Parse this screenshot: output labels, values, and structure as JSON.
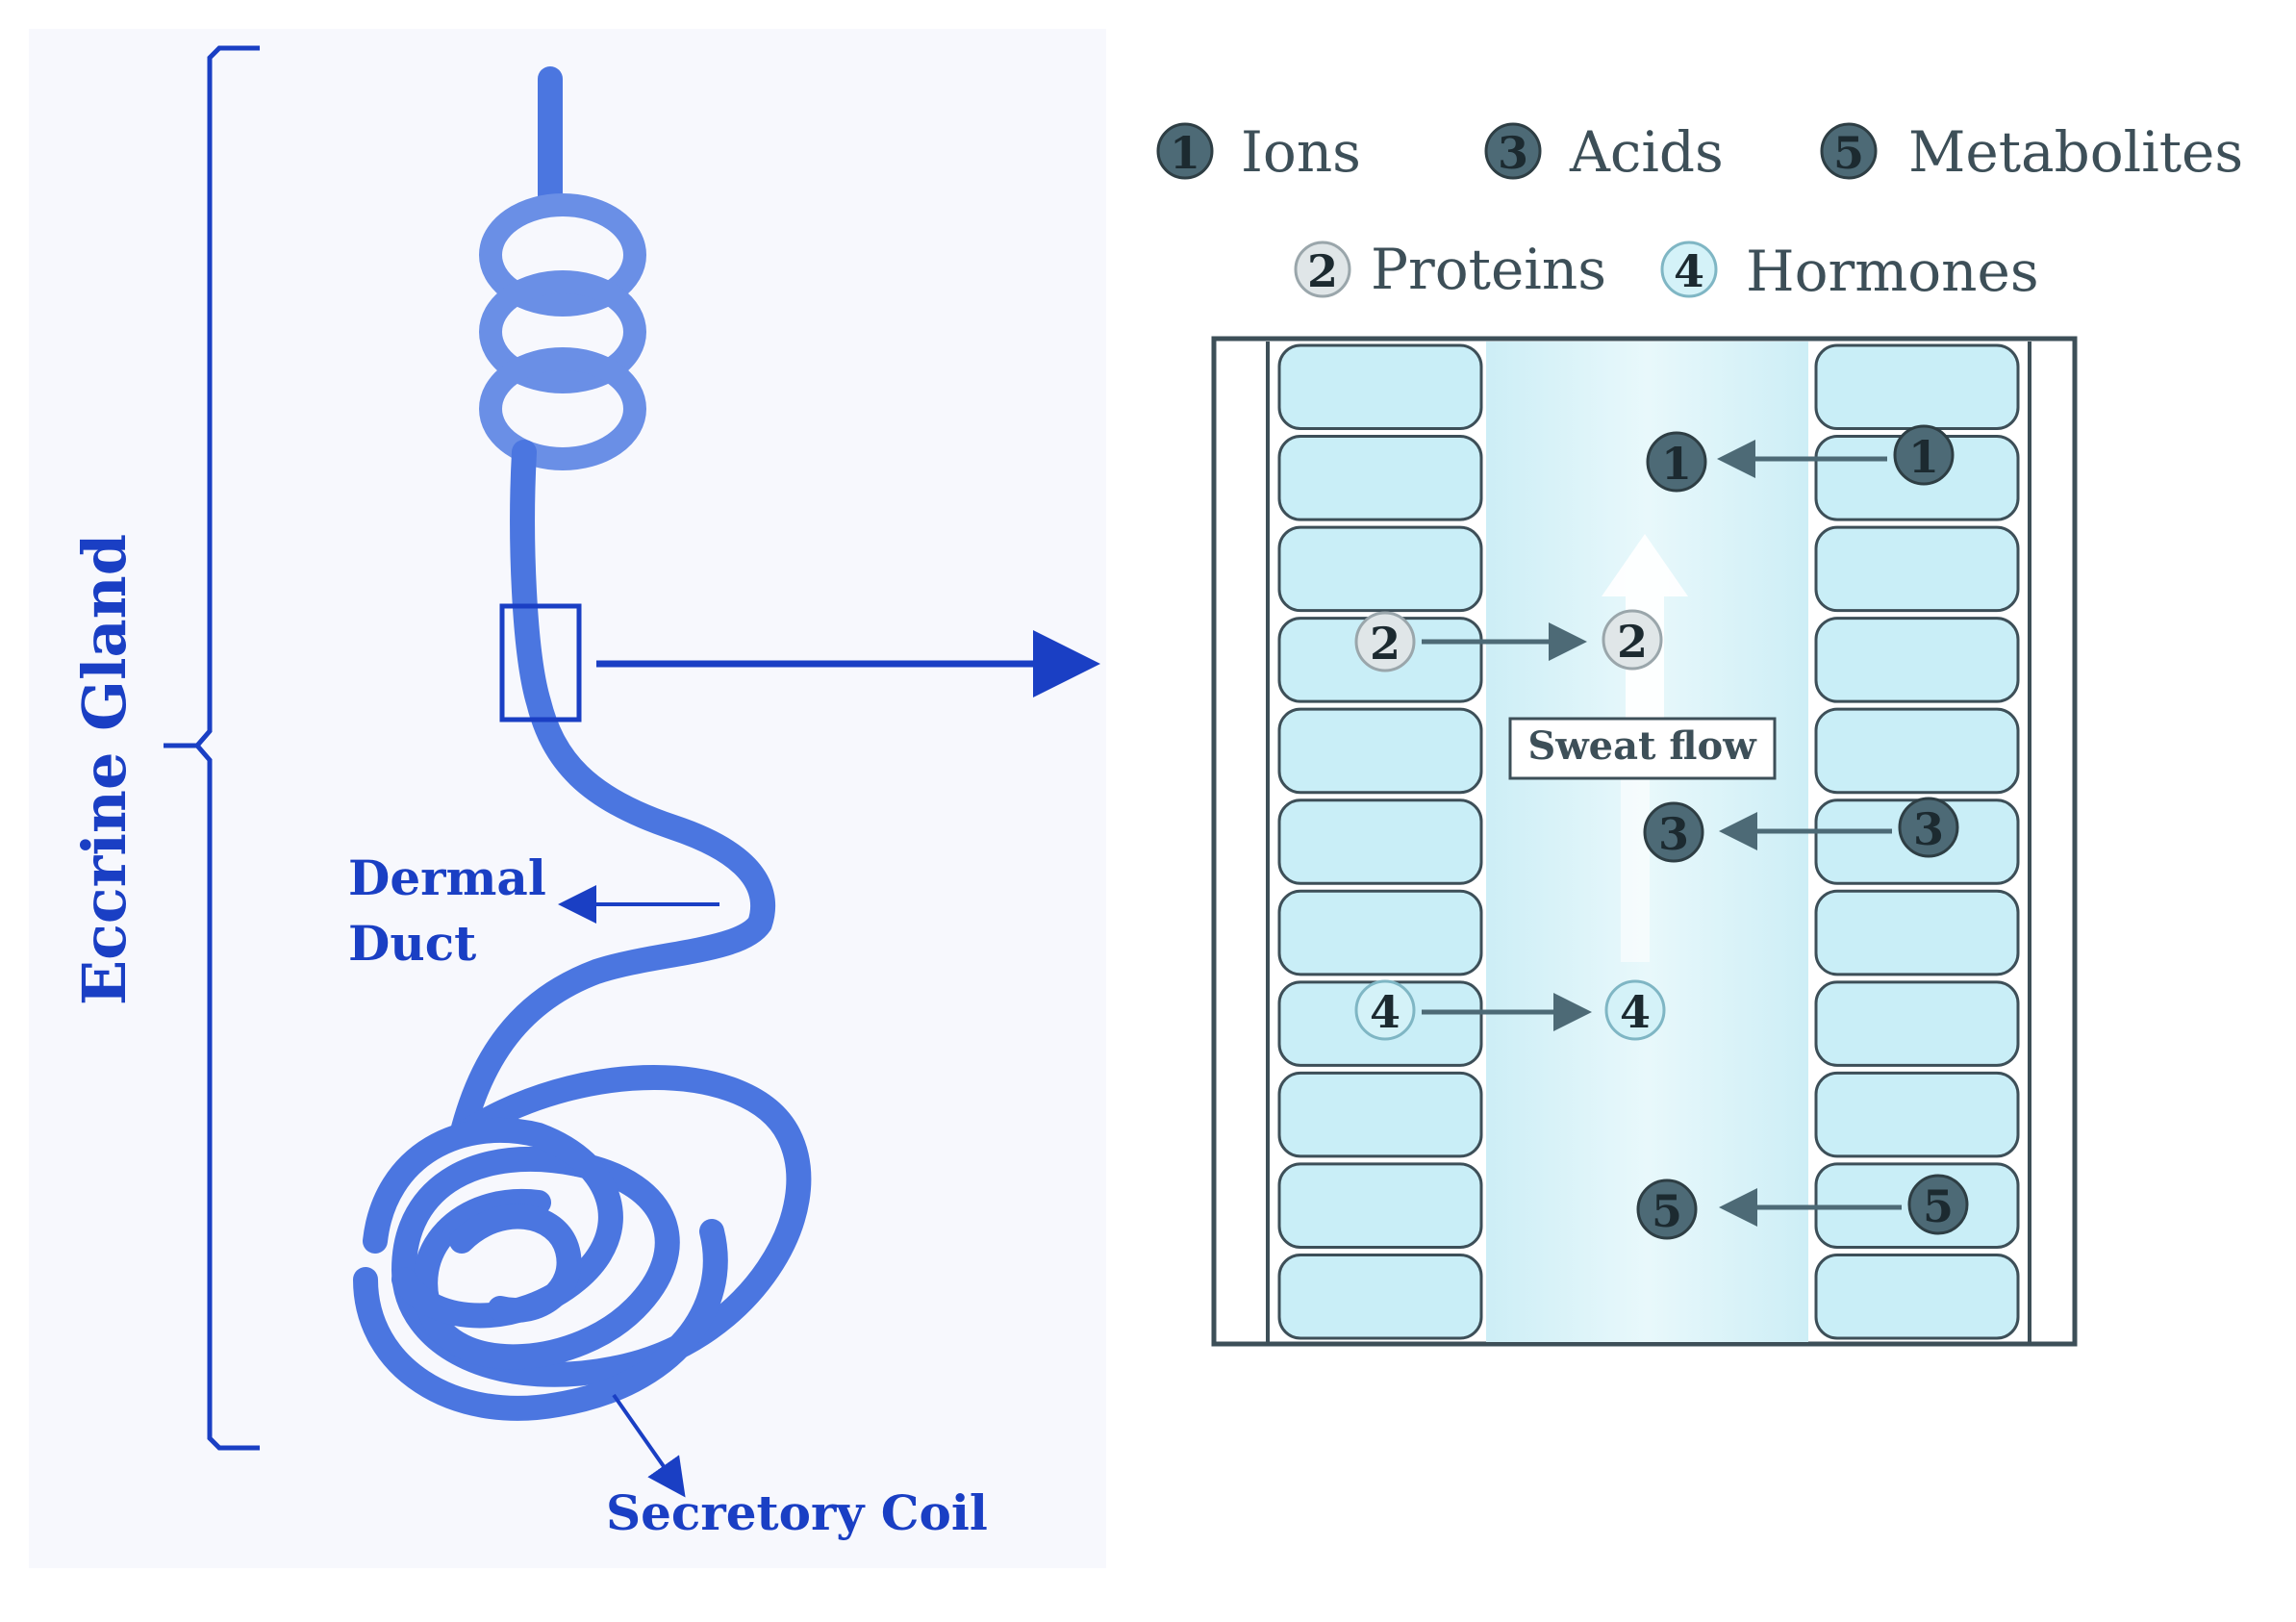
{
  "gland": {
    "title": "Eccrine Gland",
    "dermal_duct_line1": "Dermal",
    "dermal_duct_line2": "Duct",
    "secretory_coil": "Secretory Coil"
  },
  "legend": [
    {
      "number": "1",
      "label": "Ions"
    },
    {
      "number": "3",
      "label": "Acids"
    },
    {
      "number": "5",
      "label": "Metabolites"
    },
    {
      "number": "2",
      "label": "Proteins"
    },
    {
      "number": "4",
      "label": "Hormones"
    }
  ],
  "duct_detail": {
    "flow_label": "Sweat flow",
    "transport": [
      {
        "number": "1",
        "from": "right-wall",
        "to": "lumen"
      },
      {
        "number": "2",
        "from": "left-wall",
        "to": "lumen"
      },
      {
        "number": "3",
        "from": "right-wall",
        "to": "lumen"
      },
      {
        "number": "4",
        "from": "left-wall",
        "to": "lumen"
      },
      {
        "number": "5",
        "from": "right-wall",
        "to": "lumen"
      }
    ]
  },
  "colors": {
    "gland_blue": "#4b76e0",
    "label_blue": "#1a3fc4",
    "cell_fill": "#c9eef7",
    "lumen_fill": "#e4f7fb",
    "badge_dark": "#4d6a76",
    "badge_light": "#e0e6e8",
    "badge_pale": "#d4f2f8"
  }
}
